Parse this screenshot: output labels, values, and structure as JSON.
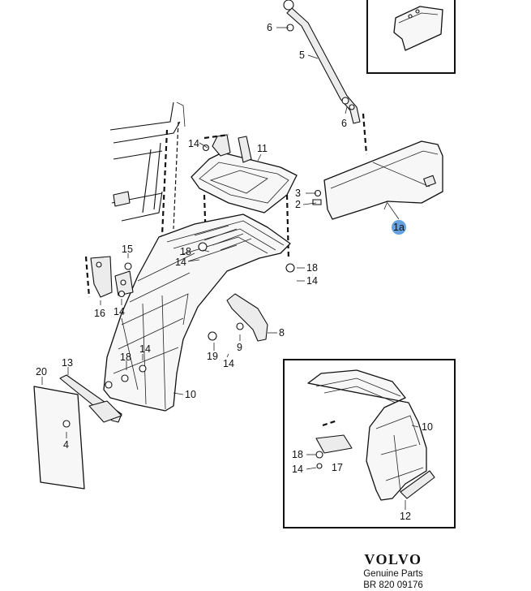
{
  "brand": {
    "logo_text": "VOLVO",
    "tagline": "Genuine Parts",
    "reference": "BR 820 09176"
  },
  "callouts": {
    "c1a": "1a",
    "c2": "2",
    "c3": "3",
    "c4": "4",
    "c5": "5",
    "c6a": "6",
    "c6b": "6",
    "c8": "8",
    "c9": "9",
    "c10a": "10",
    "c10b": "10",
    "c11": "11",
    "c12": "12",
    "c13": "13",
    "c14a": "14",
    "c14b": "14",
    "c14c": "14",
    "c14d": "14",
    "c14e": "14",
    "c14f": "14",
    "c14g": "14",
    "c15": "15",
    "c16": "16",
    "c17": "17",
    "c18a": "18",
    "c18b": "18",
    "c18c": "18",
    "c18d": "18",
    "c19": "19",
    "c20": "20"
  },
  "highlight_color": "#4a90d9"
}
